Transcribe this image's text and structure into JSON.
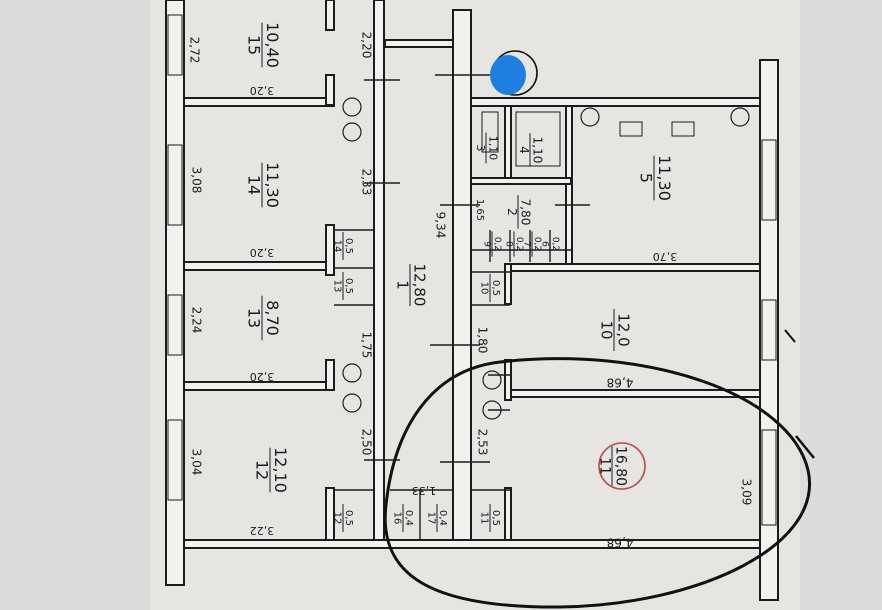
{
  "plan": {
    "rooms": [
      {
        "id": "15",
        "area": "10,40"
      },
      {
        "id": "14",
        "area": "11,30"
      },
      {
        "id": "13",
        "area": "8,70"
      },
      {
        "id": "12",
        "area": "12,10"
      },
      {
        "id": "1",
        "area": "12,80"
      },
      {
        "id": "3",
        "area": "1,10"
      },
      {
        "id": "4",
        "area": "1,10"
      },
      {
        "id": "5",
        "area": "11,30"
      },
      {
        "id": "2",
        "area": "7,80"
      },
      {
        "id": "10",
        "area": "12,0"
      },
      {
        "id": "11",
        "area": "16,80"
      },
      {
        "id": "14a",
        "area": "0,5"
      },
      {
        "id": "13a",
        "area": "0,5"
      },
      {
        "id": "12a",
        "area": "0,5"
      },
      {
        "id": "10a",
        "area": "0,5"
      },
      {
        "id": "11a",
        "area": "0,5"
      },
      {
        "id": "16",
        "area": "0,4"
      },
      {
        "id": "17",
        "area": "0,4"
      },
      {
        "id": "6",
        "area": "0,2"
      },
      {
        "id": "7",
        "area": "0,2"
      },
      {
        "id": "8",
        "area": "0,2"
      },
      {
        "id": "9",
        "area": "0,2"
      }
    ],
    "dimensions": {
      "d_272": "2,72",
      "d_308": "3,08",
      "d_224": "2,24",
      "d_304": "3,04",
      "d_320a": "3,20",
      "d_320b": "3,20",
      "d_320c": "3,20",
      "d_322": "3,22",
      "d_220": "2,20",
      "d_233": "2,33",
      "d_175": "1,75",
      "d_250": "2,50",
      "d_934": "9,34",
      "d_180": "1,80",
      "d_253": "2,53",
      "d_133": "1,33",
      "d_468a": "4,68",
      "d_468b": "4,68",
      "d_309": "3,09",
      "d_370": "3,70",
      "d_165": "1,65"
    }
  }
}
